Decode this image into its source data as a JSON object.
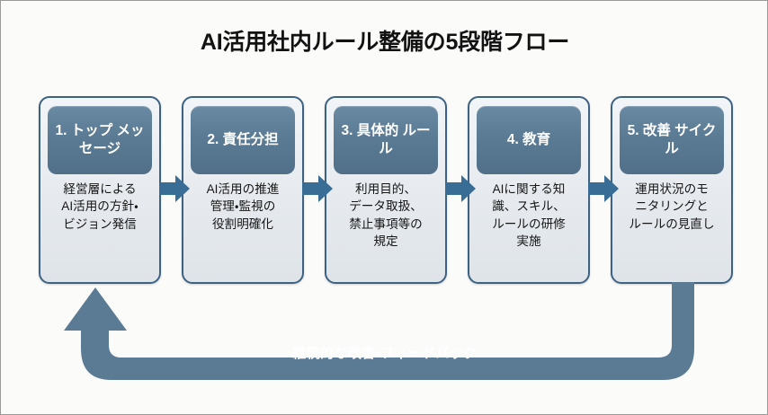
{
  "page": {
    "title": "AI活用社内ルール整備の5段階フロー",
    "background_color": "#fbfbfa",
    "frame_border_color": "#9a9a9a"
  },
  "theme": {
    "header_fill": "#5b7b95",
    "card_border": "#3d6283",
    "card_fill": "#e6eaee",
    "arrow_color": "#3a6d96",
    "loop_color": "#5b7b95",
    "title_color": "#121212",
    "body_text_color": "#161616",
    "header_text_color": "#ffffff"
  },
  "flow": {
    "steps": [
      {
        "index": "1",
        "heading": "1. トップ\nメッセージ",
        "description": "経営層による\nAI活用の方針・\nビジョン発信"
      },
      {
        "index": "2",
        "heading": "2. 責任分担",
        "description": "AI活用の推進\n管理・監視の\n役割明確化"
      },
      {
        "index": "3",
        "heading": "3. 具体的\nルール",
        "description": "利用目的、\nデータ取扱、\n禁止事項等の\n規定"
      },
      {
        "index": "4",
        "heading": "4. 教育",
        "description": "AIに関する知\n識、スキル、\nルールの研修\n実施"
      },
      {
        "index": "5",
        "heading": "5. 改善\nサイクル",
        "description": "運用状況のモ\nニタリングと\nルールの見直し"
      }
    ],
    "connector_icon": "arrow-right-icon",
    "feedback": {
      "label": "継続的な改善・フィードバック",
      "icon": "arrow-up-icon",
      "from_step": "5",
      "to_step": "1"
    }
  }
}
